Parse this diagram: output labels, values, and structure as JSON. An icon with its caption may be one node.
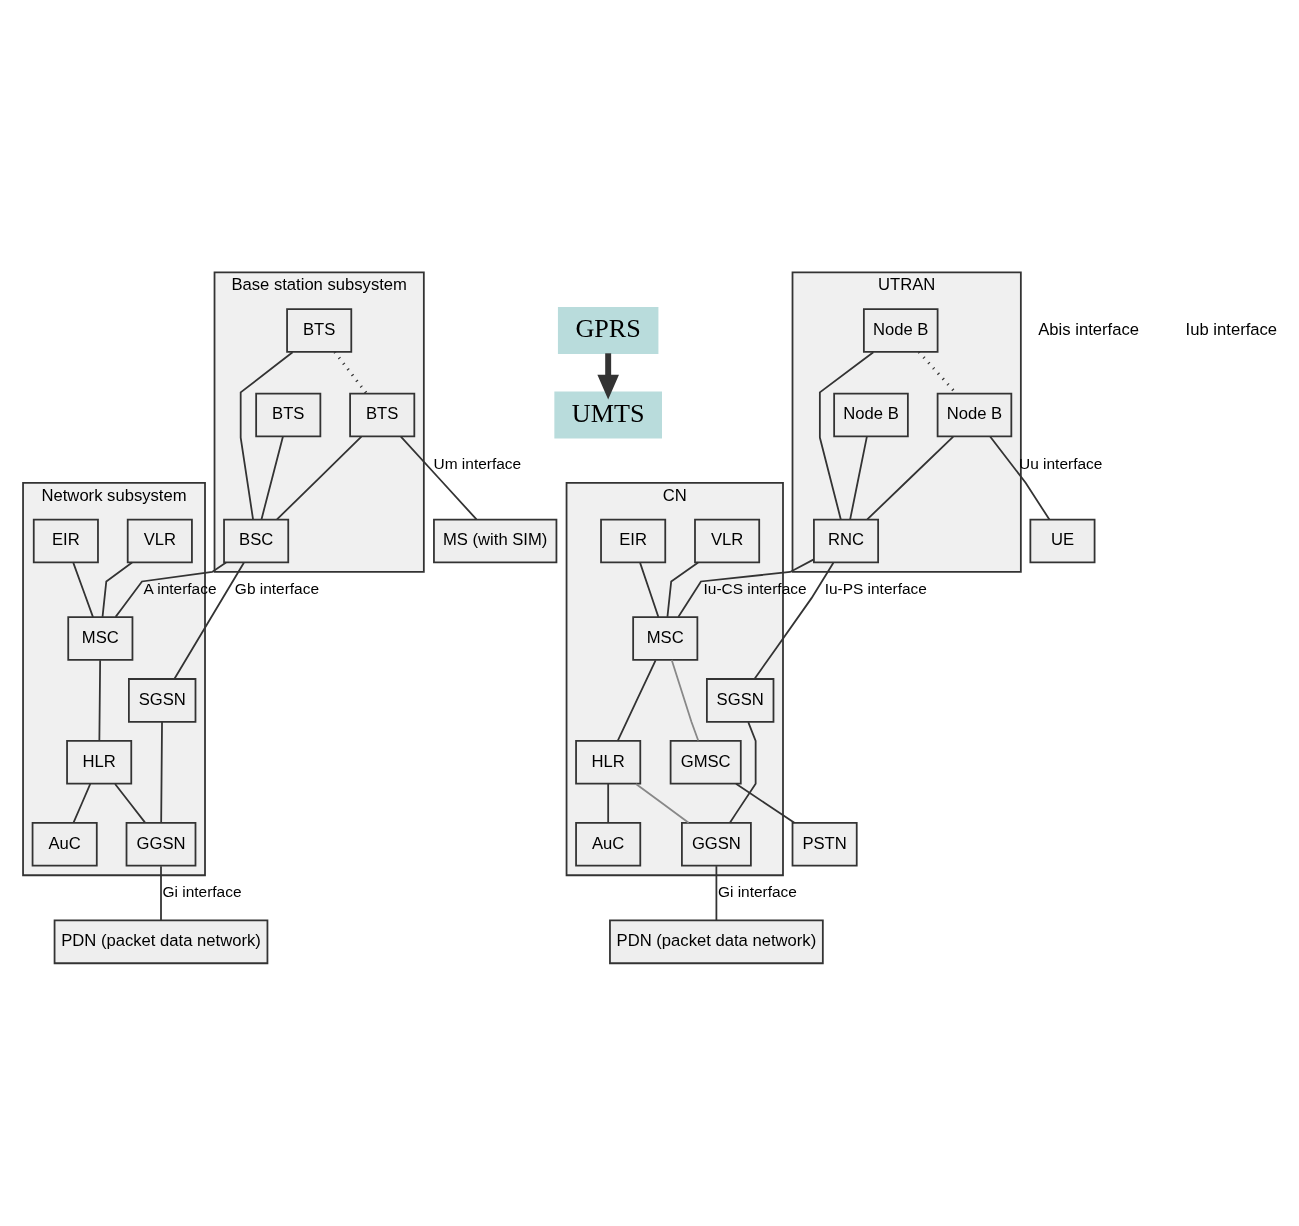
{
  "diagram": {
    "nodes": [
      {
        "text": [
          "Base station subsystem"
        ]
      },
      {
        "text": [
          "BTS"
        ],
        "in": 0
      },
      {
        "text": [
          "BTS"
        ],
        "in": 0
      },
      {
        "text": [
          "BTS"
        ],
        "in": 0
      },
      {
        "text": [
          "BSC"
        ],
        "in": 0
      },
      {
        "text": [
          "Network subsystem"
        ]
      },
      {
        "text": [
          "VLR"
        ],
        "in": 5
      },
      {
        "text": [
          "EIR"
        ],
        "in": 5
      },
      {
        "text": [
          "MSC"
        ],
        "in": 5
      },
      {
        "text": [
          "HLR"
        ],
        "in": 5
      },
      {
        "text": [
          "AuC"
        ],
        "in": 5
      },
      {
        "text": [
          "SGSN"
        ],
        "in": 5
      },
      {
        "text": [
          "GGSN"
        ],
        "in": 5
      },
      {
        "text": [
          "MS (with SIM)"
        ]
      },
      {
        "text": [
          "PDN (packet data network)"
        ]
      },
      {
        "text": [
          "GPRS"
        ]
      },
      {
        "text": [
          "UMTS"
        ]
      },
      {
        "text": [
          "UTRAN"
        ]
      },
      {
        "text": [
          "Node B"
        ],
        "in": 17
      },
      {
        "text": [
          "Node B"
        ],
        "in": 17
      },
      {
        "text": [
          "Node B"
        ],
        "in": 17
      },
      {
        "text": [
          "RNC"
        ],
        "in": 17
      },
      {
        "text": [
          "CN"
        ]
      },
      {
        "text": [
          "VLR"
        ],
        "in": 22
      },
      {
        "text": [
          "EIR"
        ],
        "in": 22
      },
      {
        "text": [
          "MSC"
        ],
        "in": 22
      },
      {
        "text": [
          "HLR"
        ],
        "in": 22
      },
      {
        "text": [
          "AuC"
        ],
        "in": 22
      },
      {
        "text": [
          "SGSN"
        ],
        "in": 22
      },
      {
        "text": [
          "GGSN"
        ],
        "in": 22
      },
      {
        "text": [
          "GMSC"
        ],
        "in": 22
      },
      {
        "text": [
          "UE"
        ]
      },
      {
        "text": [
          "PDN (packet data network)"
        ]
      },
      {
        "text": [
          "PSTN"
        ]
      }
    ],
    "edges": [
      {
        "from": 1,
        "to": 4,
        "arrow": "none"
      },
      {
        "from": 2,
        "to": 4,
        "arrow": "none"
      },
      {
        "from": 3,
        "to": 4,
        "arrow": "none"
      },
      {
        "from": 2,
        "to": 3,
        "arrow": "none",
        "style": "dashed"
      },
      {
        "from": 4,
        "to": 8,
        "arrow": "none",
        "label": "A interface"
      },
      {
        "from": 4,
        "to": 11,
        "arrow": "none",
        "label": "Gb interface"
      },
      {
        "from": 6,
        "to": 8,
        "arrow": "none"
      },
      {
        "from": 7,
        "to": 8,
        "arrow": "none"
      },
      {
        "from": 8,
        "to": 9,
        "arrow": "none"
      },
      {
        "from": 9,
        "to": 10,
        "arrow": "none"
      },
      {
        "from": 9,
        "to": 12,
        "arrow": "none"
      },
      {
        "from": 11,
        "to": 12,
        "arrow": "none"
      },
      {
        "from": 3,
        "to": 13,
        "arrow": "none",
        "label": "Um interface"
      },
      {
        "from": 12,
        "to": 14,
        "arrow": "none",
        "label": "Gi interface"
      },
      {
        "from": 15,
        "to": 16,
        "arrow": "to",
        "style": "thick"
      },
      {
        "from": 18,
        "to": 21,
        "arrow": "none"
      },
      {
        "from": 19,
        "to": 21,
        "arrow": "none"
      },
      {
        "from": 20,
        "to": 21,
        "arrow": "none"
      },
      {
        "from": 19,
        "to": 20,
        "arrow": "none",
        "style": "dashed"
      },
      {
        "from": 21,
        "to": 25,
        "arrow": "none",
        "label": "Iu-CS interface"
      },
      {
        "from": 21,
        "to": 28,
        "arrow": "none",
        "label": "Iu-PS interface"
      },
      {
        "from": 23,
        "to": 25,
        "arrow": "none"
      },
      {
        "from": 24,
        "to": 25,
        "arrow": "none"
      },
      {
        "from": 25,
        "to": 26,
        "arrow": "none"
      },
      {
        "from": 26,
        "to": 27,
        "arrow": "none"
      },
      {
        "from": 26,
        "to": 29,
        "arrow": "none",
        "color": "#888888"
      },
      {
        "from": 25,
        "to": 30,
        "arrow": "none",
        "color": "#888888"
      },
      {
        "from": 28,
        "to": 29,
        "arrow": "none"
      },
      {
        "from": 20,
        "to": 31,
        "arrow": "none",
        "label": "Uu interface"
      },
      {
        "from": 29,
        "to": 32,
        "arrow": "none",
        "label": "Gi interface"
      },
      {
        "from": 30,
        "to": 33,
        "arrow": "none"
      }
    ],
    "labels": [
      "Abis interface",
      "Iub interface"
    ]
  }
}
